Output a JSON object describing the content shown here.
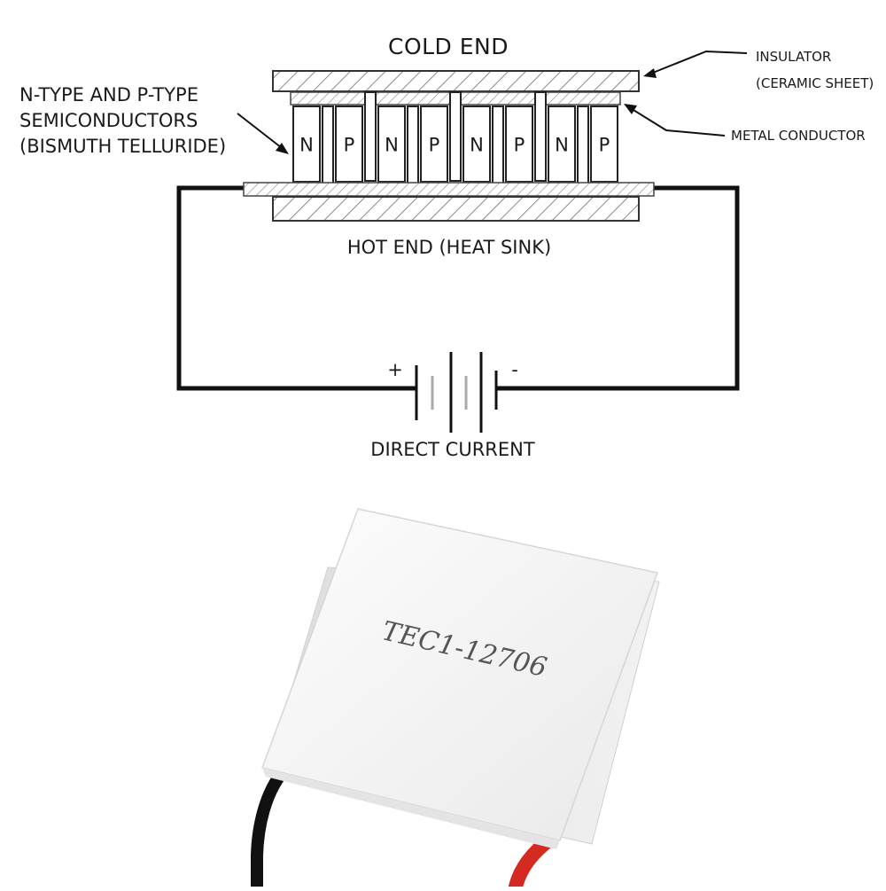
{
  "diagram": {
    "title_top": "COLD END",
    "title_bottom": "HOT END (HEAT SINK)",
    "label_semiconductors": [
      "N-TYPE AND P-TYPE",
      "SEMICONDUCTORS",
      "(BISMUTH TELLURIDE)"
    ],
    "label_insulator": [
      "INSULATOR",
      "(CERAMIC SHEET)"
    ],
    "label_metal": "METAL CONDUCTOR",
    "legs": [
      "N",
      "P",
      "N",
      "P",
      "N",
      "P",
      "N",
      "P"
    ],
    "battery_plus": "+",
    "battery_minus": "-",
    "label_current": "DIRECT CURRENT"
  },
  "photo": {
    "model_text": "TEC1-12706",
    "wire_colors": {
      "black": "#111111",
      "red": "#d42a22"
    }
  }
}
